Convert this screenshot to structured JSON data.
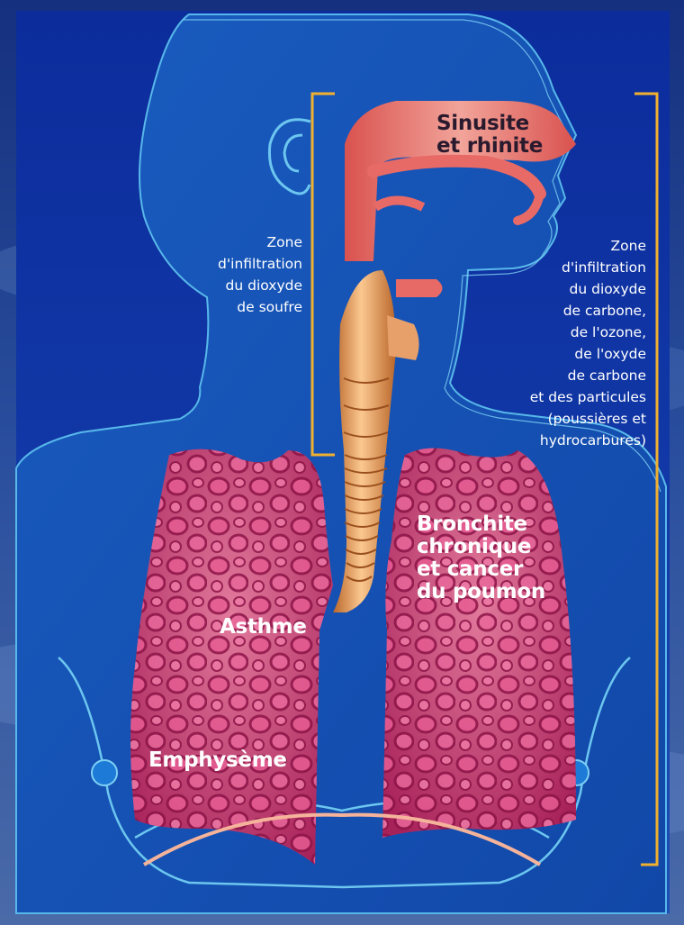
{
  "left_zone": {
    "lines": [
      "Zone",
      "d'infiltration",
      "du dioxyde",
      "de soufre"
    ]
  },
  "right_zone": {
    "lines": [
      "Zone",
      "d'infiltration",
      "du dioxyde",
      "de carbone,",
      "de l'ozone,",
      "de l'oxyde",
      "de carbone",
      "et des particules",
      "(poussières et",
      "hydrocarbures)"
    ]
  },
  "diseases": {
    "sinusite": {
      "lines": [
        "Sinusite",
        "et rhinite"
      ]
    },
    "bronchite": {
      "lines": [
        "Bronchite",
        "chronique",
        "et cancer",
        "du poumon"
      ]
    },
    "asthme": "Asthme",
    "emphyseme": "Emphysème"
  },
  "colors": {
    "sky": "#2a4f9e",
    "panel": "#0c2c9c",
    "body": "#1a5cc0",
    "outline": "#58b8ea",
    "bracket": "#f0b030",
    "airway": "#e86a66",
    "trachea": "#e8a06a",
    "lung": "#c83a72",
    "label_text": "#ffffff",
    "sinus_label_text": "#2a1a2e"
  }
}
